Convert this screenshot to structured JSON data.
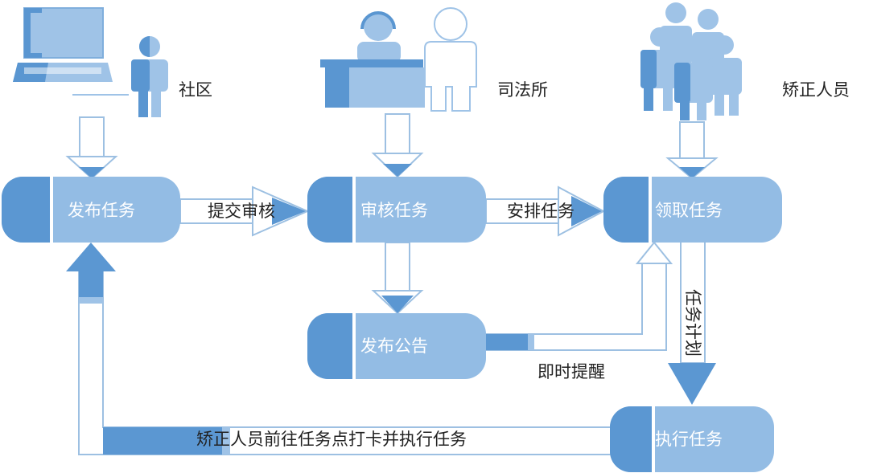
{
  "actors": {
    "community": "社区",
    "judicial_office": "司法所",
    "corrected_personnel": "矫正人员"
  },
  "nodes": {
    "publish_task": "发布任务",
    "review_task": "审核任务",
    "claim_task": "领取任务",
    "publish_notice": "发布公告",
    "execute_task": "执行任务"
  },
  "edges": {
    "submit_review": "提交审核",
    "arrange_task": "安排任务",
    "instant_reminder": "即时提醒",
    "task_plan": "任务计划",
    "checkin_execute": "矫正人员前往任务点打卡并执行任务"
  },
  "colors": {
    "node_fill": "#93BCE4",
    "node_dark": "#5B97D2",
    "arrow_outline": "#9DC0E2",
    "arrow_head": "#5B97D2",
    "icon_light": "#9FC3E7",
    "icon_dark": "#5A96D1"
  }
}
